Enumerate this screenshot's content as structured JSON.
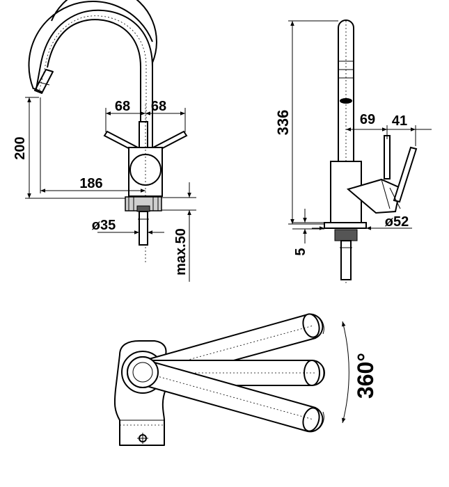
{
  "drawing": {
    "front_view": {
      "dim_left_arm": "68",
      "dim_right_arm": "68",
      "dim_height": "200",
      "dim_reach": "186",
      "dim_hole": "ø35",
      "dim_thickness": "max.50"
    },
    "side_view": {
      "dim_total_height": "336",
      "dim_body_offset": "69",
      "dim_lever": "41",
      "dim_base": "ø52",
      "dim_base_height": "5"
    },
    "top_view": {
      "dim_rotation": "360°"
    }
  }
}
